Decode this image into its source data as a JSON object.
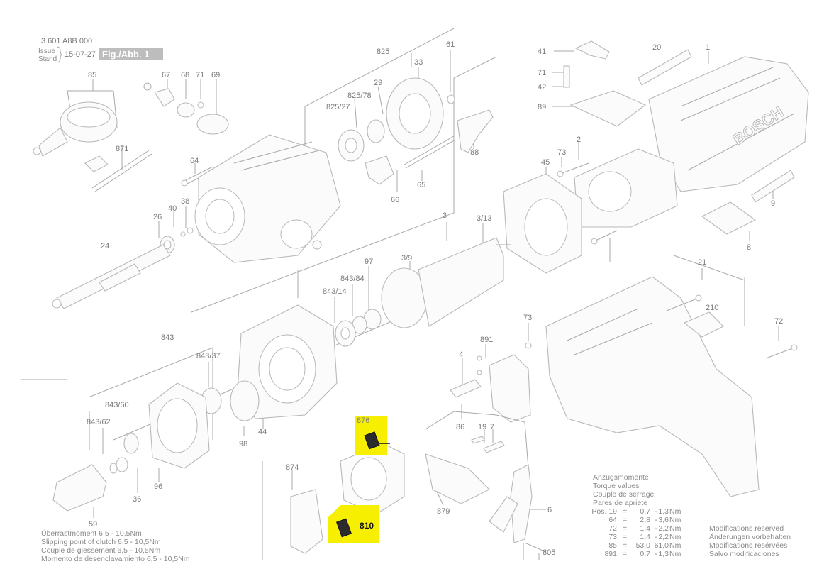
{
  "header": {
    "doc_number": "3 601 A8B 000",
    "issue_label": "Issue",
    "stand_label": "Stand",
    "issue_date": "15-07-27",
    "figure_tag": "Fig./Abb. 1"
  },
  "parts": {
    "p825": "825",
    "p61": "61",
    "p20": "20",
    "p1": "1",
    "p41": "41",
    "p71a": "71",
    "p42": "42",
    "p33": "33",
    "p29": "29",
    "p825_78": "825/78",
    "p825_27": "825/27",
    "p85": "85",
    "p67": "67",
    "p68": "68",
    "p71b": "71",
    "p69": "69",
    "p89": "89",
    "p871": "871",
    "p64": "64",
    "p66": "66",
    "p65": "65",
    "p88": "88",
    "p73a": "73",
    "p2": "2",
    "p45": "45",
    "p9": "9",
    "p8": "8",
    "p26": "26",
    "p40": "40",
    "p38": "38",
    "p24": "24",
    "p3": "3",
    "p3_13": "3/13",
    "p3_9": "3/9",
    "p97": "97",
    "p843_84": "843/84",
    "p843_14": "843/14",
    "p21": "21",
    "p210": "210",
    "p73b": "73",
    "p72": "72",
    "p843": "843",
    "p891": "891",
    "p843_37": "843/37",
    "p4": "4",
    "p843_60": "843/60",
    "p843_62": "843/62",
    "p876": "876",
    "p86": "86",
    "p19": "19",
    "p7": "7",
    "p98": "98",
    "p44": "44",
    "p874": "874",
    "p96": "96",
    "p36": "36",
    "p59": "59",
    "p879": "879",
    "p6": "6",
    "p810": "810",
    "p805": "805"
  },
  "clutch_note": [
    "Überrastmoment 6,5 - 10,5Nm",
    "Slipping point of clutch 6,5 - 10,5Nm",
    "Couple de glessement 6,5 - 10,5Nm",
    "Momento de desenclavamiento 6,5 - 10,5Nm"
  ],
  "torque": {
    "headings": [
      "Anzugsmomente",
      "Torque values",
      "Couple de serrage",
      "Pares de apriete"
    ],
    "rows": [
      {
        "pos": "Pos. 19",
        "eq": "=",
        "min": "0,7",
        "dash": "-",
        "max": "1,3",
        "unit": "Nm"
      },
      {
        "pos": "64",
        "eq": "=",
        "min": "2,8",
        "dash": "-",
        "max": "3,6",
        "unit": "Nm"
      },
      {
        "pos": "72",
        "eq": "=",
        "min": "1,4",
        "dash": "-",
        "max": "2,2",
        "unit": "Nm"
      },
      {
        "pos": "73",
        "eq": "=",
        "min": "1,4",
        "dash": "-",
        "max": "2,2",
        "unit": "Nm"
      },
      {
        "pos": "85",
        "eq": "=",
        "min": "53,0",
        "dash": "-",
        "max": "61,0",
        "unit": "Nm"
      },
      {
        "pos": "891",
        "eq": "=",
        "min": "0,7",
        "dash": "-",
        "max": "1,3",
        "unit": "Nm"
      }
    ]
  },
  "modifications": [
    "Modifications reserved",
    "Änderungen vorbehalten",
    "Modifications resérvées",
    "Salvo modificaciones"
  ],
  "brand_text": "BOSCH",
  "colors": {
    "highlight": "#f6f000",
    "line": "#a8a8a8",
    "tag_bg": "#bdbdbd"
  }
}
